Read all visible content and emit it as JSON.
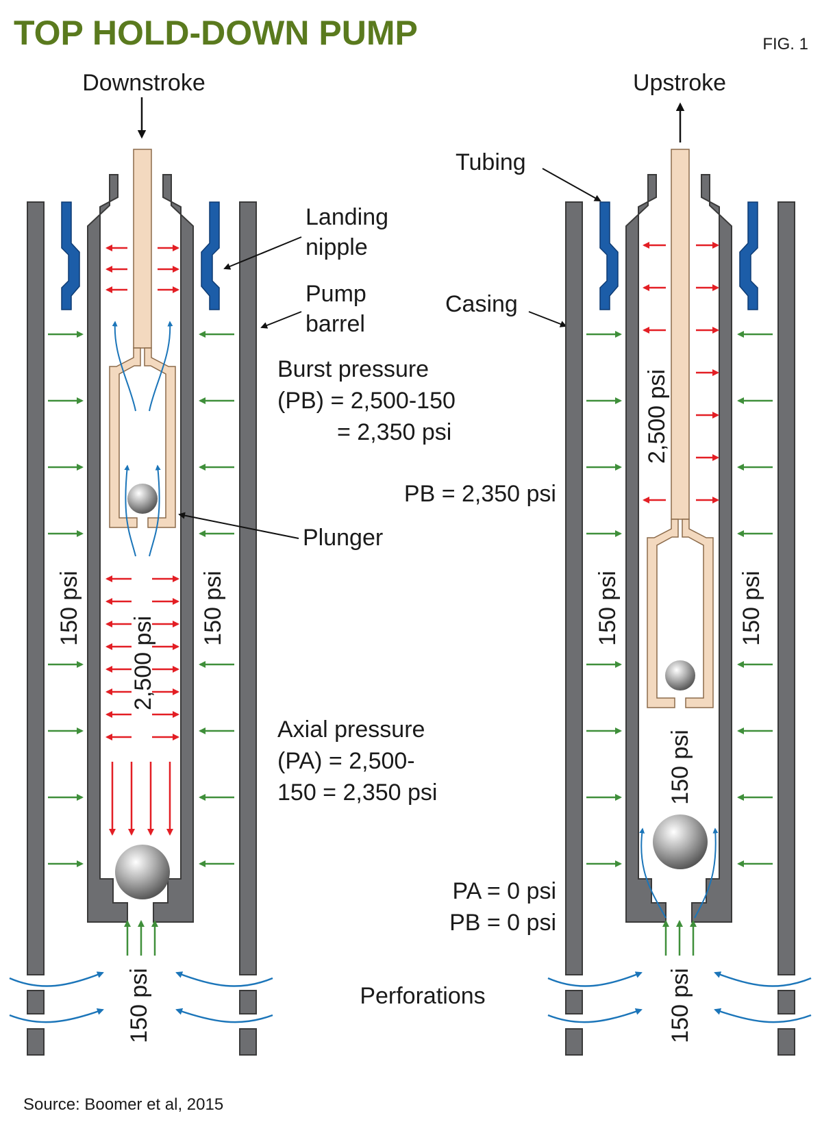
{
  "title": "TOP HOLD-DOWN PUMP",
  "fig_label": "FIG. 1",
  "colors": {
    "title": "#5a7a1e",
    "wall": "#6d6e71",
    "wall_stroke": "#3a3a3a",
    "nipple": "#1c5da8",
    "rod": "#f3d9bf",
    "rod_stroke": "#8b6a4a",
    "red_arrow": "#e31e24",
    "green_arrow": "#3f8f3a",
    "blue_arrow": "#1b75b9",
    "ball": "#8d8d8d"
  },
  "downstroke": {
    "heading": "Downstroke",
    "pressure_outside": "150 psi",
    "pressure_inside": "2,500 psi",
    "pressure_bottom": "150 psi"
  },
  "upstroke": {
    "heading": "Upstroke",
    "pressure_outside": "150 psi",
    "pressure_inside": "2,500 psi",
    "pressure_lower": "150 psi",
    "pressure_bottom": "150 psi"
  },
  "labels": {
    "landing_nipple_1": "Landing",
    "landing_nipple_2": "nipple",
    "pump_barrel_1": "Pump",
    "pump_barrel_2": "barrel",
    "burst_1": "Burst pressure",
    "burst_2": "(PB) = 2,500-150",
    "burst_3": "= 2,350 psi",
    "pb_value": "PB = 2,350 psi",
    "plunger": "Plunger",
    "axial_1": "Axial pressure",
    "axial_2": "(PA) = 2,500-",
    "axial_3": "150 = 2,350 psi",
    "tubing": "Tubing",
    "casing": "Casing",
    "pa_zero": "PA = 0 psi",
    "pb_zero": "PB = 0 psi",
    "perforations": "Perforations"
  },
  "source": "Source: Boomer et al, 2015"
}
